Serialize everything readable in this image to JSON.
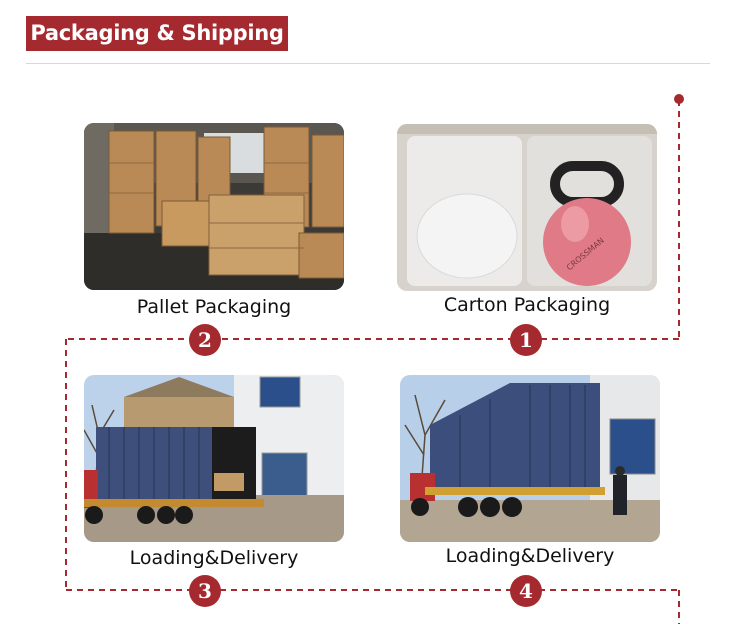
{
  "header": {
    "title": "Packaging & Shipping"
  },
  "steps": [
    {
      "number": "1",
      "label": "Carton Packaging"
    },
    {
      "number": "2",
      "label": "Pallet Packaging"
    },
    {
      "number": "3",
      "label": "Loading&Delivery"
    },
    {
      "number": "4",
      "label": "Loading&Delivery"
    }
  ],
  "product": {
    "logo_text": "CROSSMAN"
  },
  "colors": {
    "accent": "#a52a2f",
    "route_line": "#a52a2f",
    "divider": "#d8d8d8"
  }
}
